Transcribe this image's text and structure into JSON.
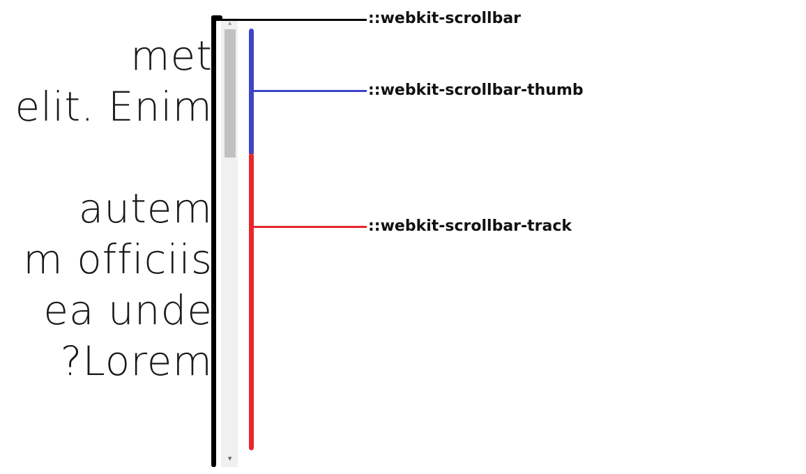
{
  "sample_text": {
    "lines": [
      "met",
      "elit. Enim",
      "",
      "autem",
      "m officiis",
      "ea unde",
      "?Lorem"
    ]
  },
  "callouts": {
    "scrollbar": "::webkit-scrollbar",
    "thumb": "::webkit-scrollbar-thumb",
    "track": "::webkit-scrollbar-track"
  },
  "icons": {
    "up_arrow": "scroll-up-arrow-icon",
    "down_arrow": "scroll-down-arrow-icon"
  },
  "colors": {
    "scrollbar_outline": "#000000",
    "thumb_marker": "#3d44c8",
    "track_marker": "#e8262e",
    "native_thumb": "#c1c1c1",
    "native_track": "#f0f0f0"
  }
}
